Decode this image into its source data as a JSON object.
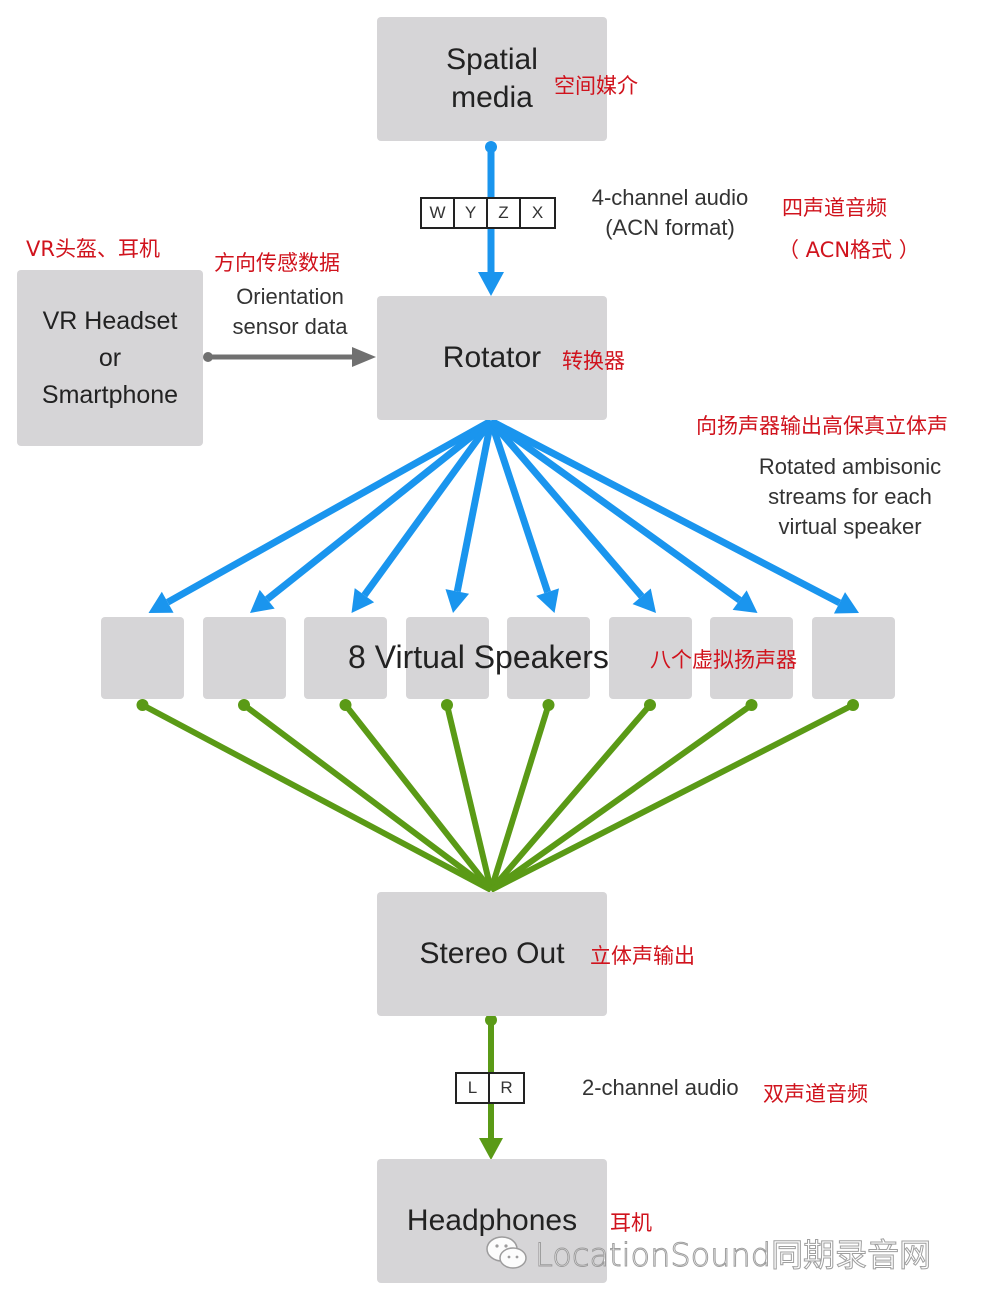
{
  "colors": {
    "box_fill": "#d6d5d7",
    "audio_flow_blue": "#1a95ee",
    "stereo_flow_green": "#5a9a16",
    "sensor_arrow_gray": "#707070",
    "annotation_red": "#d0131d"
  },
  "nodes": {
    "spatial_media": {
      "label": "Spatial\nmedia",
      "cn": "空间媒介"
    },
    "vr_headset": {
      "label": "VR Headset\nor\nSmartphone",
      "cn": "VR头盔、耳机"
    },
    "rotator": {
      "label": "Rotator",
      "cn": "转换器"
    },
    "virtual_speakers": {
      "label": "8 Virtual Speakers",
      "cn": "八个虚拟扬声器",
      "count": 8
    },
    "stereo_out": {
      "label": "Stereo Out",
      "cn": "立体声输出"
    },
    "headphones": {
      "label": "Headphones",
      "cn": "耳机"
    }
  },
  "edges": {
    "spatial_to_rotator": {
      "channels": [
        "W",
        "Y",
        "Z",
        "X"
      ],
      "note": "4-channel audio\n(ACN format)",
      "cn_line1": "四声道音频",
      "cn_line2": "（ ACN格式 ）"
    },
    "headset_to_rotator": {
      "note": "Orientation\nsensor data",
      "cn": "方向传感数据"
    },
    "rotator_to_speakers": {
      "note": "Rotated ambisonic\nstreams for each\nvirtual speaker",
      "cn": "向扬声器输出高保真立体声"
    },
    "stereo_to_headphones": {
      "channels": [
        "L",
        "R"
      ],
      "note": "2-channel audio",
      "cn": "双声道音频"
    }
  },
  "watermark": {
    "icon": "wechat-icon",
    "text": "LocationSound同期录音网"
  }
}
